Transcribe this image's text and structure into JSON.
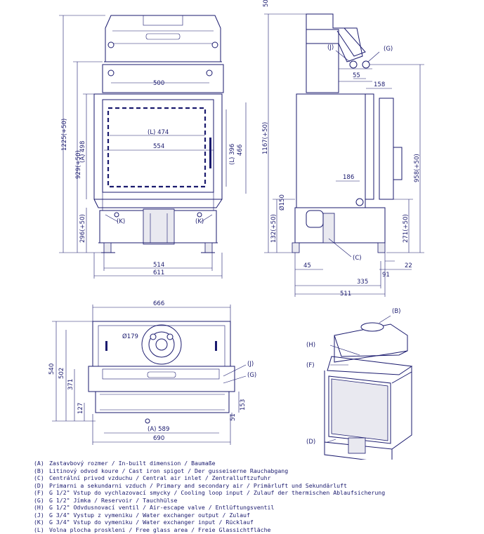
{
  "front_view": {
    "dims": {
      "overall_height": "1225(+50)",
      "axis_height": "929(+50)",
      "builtin_height": "(A) 498",
      "base_height": "296(+50)",
      "spigot_spacing": "500",
      "glass_width": "(L) 474",
      "opening_width": "554",
      "glass_height": "(L) 396",
      "opening_height": "466",
      "base_width": "514",
      "overall_width": "611"
    },
    "labels": {
      "k_left": "(K)",
      "k_right": "(K)"
    }
  },
  "side_view": {
    "dims": {
      "top_offset": "50",
      "overall_height": "1167(+50)",
      "air_height": "132(+50)",
      "air_diameter": "Ø150",
      "spigot_x": "55",
      "depth_158": "158",
      "depth_186": "186",
      "axis_height": "958(+50)",
      "base_height": "271(+50)",
      "d45": "45",
      "d91": "91",
      "d22": "22",
      "d335": "335",
      "d511": "511"
    },
    "labels": {
      "j": "(J)",
      "g": "(G)",
      "c": "(C)"
    }
  },
  "top_view": {
    "dims": {
      "overall_width": "666",
      "depth_540": "540",
      "depth_502": "502",
      "depth_371": "371",
      "depth_127": "127",
      "spigot_diameter": "Ø179",
      "d153": "153",
      "d51": "51",
      "inner_width": "(A) 589",
      "total_width": "690"
    },
    "labels": {
      "j": "(J)",
      "g": "(G)"
    }
  },
  "iso_view": {
    "labels": {
      "b": "(B)",
      "h": "(H)",
      "f": "(F)",
      "d": "(D)"
    }
  },
  "legend": [
    {
      "key": "(A)",
      "text": "Zastavbový rozmer / In-built dimension / Baumaße"
    },
    {
      "key": "(B)",
      "text": "Litinový odvod koure / Cast iron spigot / Der gusseiserne Rauchabgang"
    },
    {
      "key": "(C)",
      "text": "Centrální privod vzduchu / Central air inlet / Zentralluftzufuhr"
    },
    {
      "key": "(D)",
      "text": "Primarni a sekundarni vzduch / Primary and secondary air / Primärluft und Sekundärluft"
    },
    {
      "key": "(F)",
      "text": "G 1/2\" Vstup do vychlazovací smycky / Cooling loop input / Zulauf der thermischen Ablaufsicherung"
    },
    {
      "key": "(G)",
      "text": "G 1/2\" Jímka / Reservoir / Tauchhülse"
    },
    {
      "key": "(H)",
      "text": "G 1/2\" Odvdusnovací ventil / Air-escape valve / Entlüftungsventil"
    },
    {
      "key": "(J)",
      "text": "G 3/4\" Vystup z vymeniku / Water exchanger output / Zulauf"
    },
    {
      "key": "(K)",
      "text": "G 3/4\" Vstup do vymeniku / Water exchanger input / Rücklauf"
    },
    {
      "key": "(L)",
      "text": "Volna plocha proskleni / Free glass area / Freie Glassichtfläche"
    }
  ]
}
